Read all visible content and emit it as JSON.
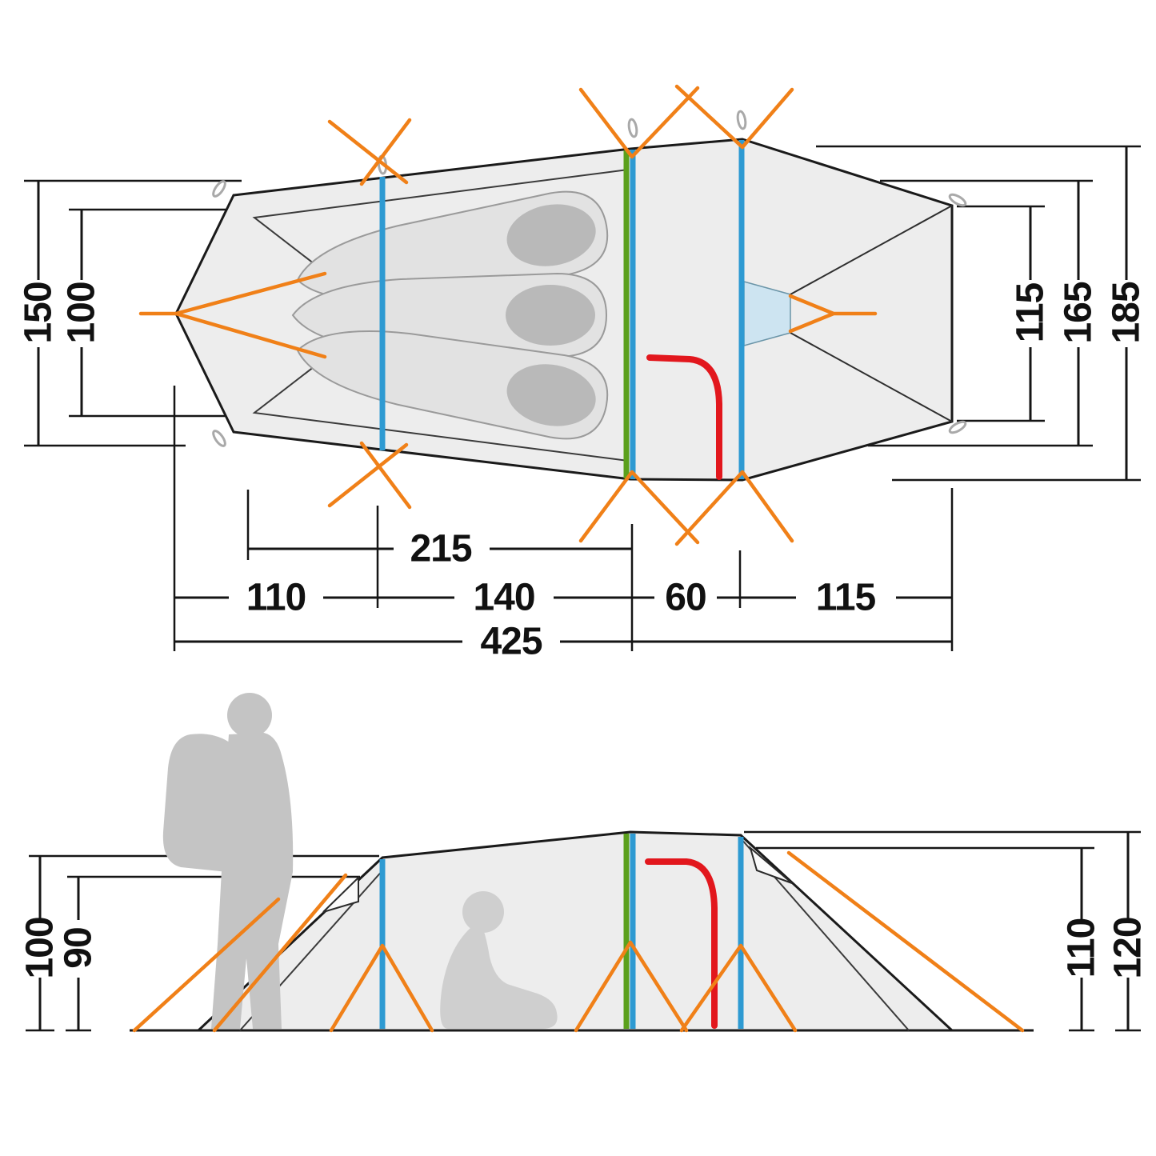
{
  "page": {
    "background": "#ffffff",
    "description": "Tent dimensions technical diagram, top view and side view with measurements in cm"
  },
  "colors": {
    "outline": "#1a1a1a",
    "fabric": "#ededed",
    "fabric_inner": "#f6f6f6",
    "window_blue": "#cde4f1",
    "pole_blue": "#2e9ad2",
    "pole_green": "#5ba01c",
    "door_red": "#e2171d",
    "guy_orange": "#f08018",
    "silhouette": "#c4c4c4",
    "silhouette_inner": "#cfcfcf",
    "bag_fill": "#e2e2e2",
    "bag_head": "#b9b9b9"
  },
  "top_view": {
    "dims": {
      "left_outer": "150",
      "left_inner": "100",
      "right_inner": "115",
      "right_mid": "165",
      "right_outer": "185",
      "inner_length": "215",
      "seg_vestibule": "110",
      "seg_sleeping": "140",
      "seg_mid": "60",
      "seg_rear": "115",
      "total_length": "425"
    }
  },
  "side_view": {
    "dims": {
      "left_outer": "100",
      "left_inner": "90",
      "right_inner": "110",
      "right_outer": "120"
    }
  }
}
